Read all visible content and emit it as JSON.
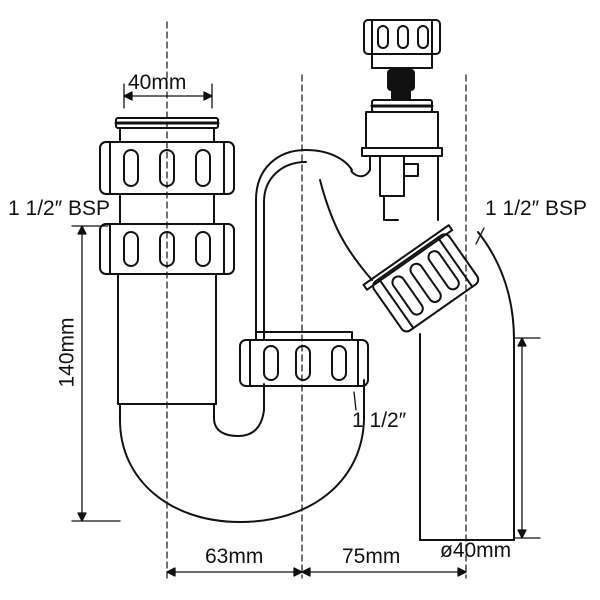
{
  "labels": {
    "top_width": "40mm",
    "inlet_thread": "1 1/2″ BSP",
    "outlet_thread": "1 1/2″ BSP",
    "height": "140mm",
    "trap_size": "1 1/2″",
    "offset_a": "63mm",
    "offset_b": "75mm",
    "outlet_diameter": "ø40mm"
  }
}
